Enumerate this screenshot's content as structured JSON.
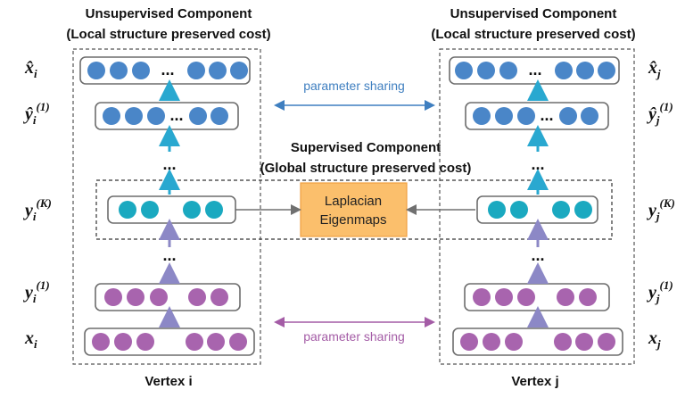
{
  "titles": {
    "unsupervised_left": "Unsupervised Component",
    "unsupervised_left_sub": "(Local structure preserved cost)",
    "unsupervised_right": "Unsupervised Component",
    "unsupervised_right_sub": "(Local structure preserved cost)",
    "supervised": "Supervised Component",
    "supervised_sub": "(Global structure preserved cost)"
  },
  "center_box": {
    "line1": "Laplacian",
    "line2": "Eigenmaps"
  },
  "sharing": {
    "top": "parameter sharing",
    "bottom": "parameter sharing"
  },
  "vertices": {
    "left": "Vertex i",
    "right": "Vertex j"
  },
  "ellipsis": "...",
  "left_labels": {
    "xhat": {
      "base": "x̂",
      "sub": "i"
    },
    "yhat1": {
      "base": "ŷ",
      "sub": "i",
      "sup": "(1)"
    },
    "yK": {
      "base": "y",
      "sub": "i",
      "sup": "(K)"
    },
    "y1": {
      "base": "y",
      "sub": "i",
      "sup": "(1)"
    },
    "x": {
      "base": "x",
      "sub": "i"
    }
  },
  "right_labels": {
    "xhat": {
      "base": "x̂",
      "sub": "j"
    },
    "yhat1": {
      "base": "ŷ",
      "sub": "j",
      "sup": "(1)"
    },
    "yK": {
      "base": "y",
      "sub": "j",
      "sup": "(K)"
    },
    "y1": {
      "base": "y",
      "sub": "j",
      "sup": "(1)"
    },
    "x": {
      "base": "x",
      "sub": "j"
    }
  },
  "colors": {
    "decoder_node": "#4a86c8",
    "hidden_node": "#1aa9c0",
    "encoder_node": "#a864ae",
    "up_arrow_teal": "#29a8d0",
    "up_arrow_purple": "#8c88c6",
    "sharing_blue": "#3f7fc0",
    "sharing_purple": "#a45ca6",
    "center_fill": "#fbbf6c",
    "center_border": "#f0a040"
  }
}
